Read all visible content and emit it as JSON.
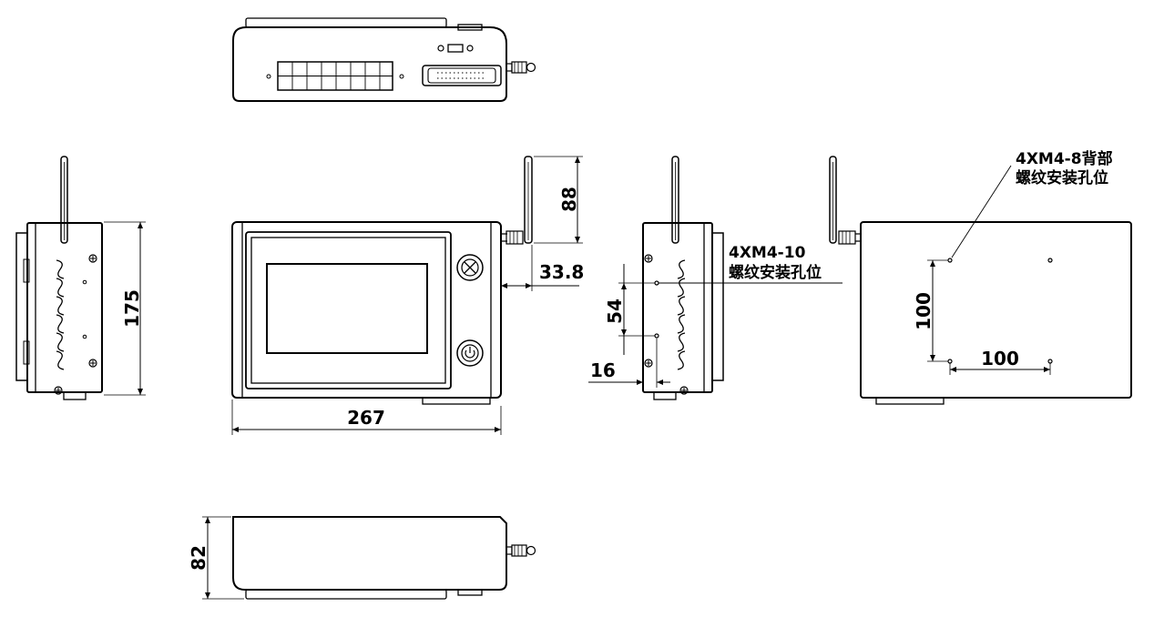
{
  "dimensions": {
    "width": "267",
    "height": "175",
    "depth": "82",
    "antenna_height": "88",
    "antenna_offset": "33.8",
    "side_hole_spacing": "54",
    "side_hole_offset": "16",
    "back_hole_h": "100",
    "back_hole_v": "100"
  },
  "notes": {
    "side_holes_line1": "4XM4-10",
    "side_holes_line2": "螺纹安装孔位",
    "back_holes_line1": "4XM4-8背部",
    "back_holes_line2": "螺纹安装孔位"
  }
}
